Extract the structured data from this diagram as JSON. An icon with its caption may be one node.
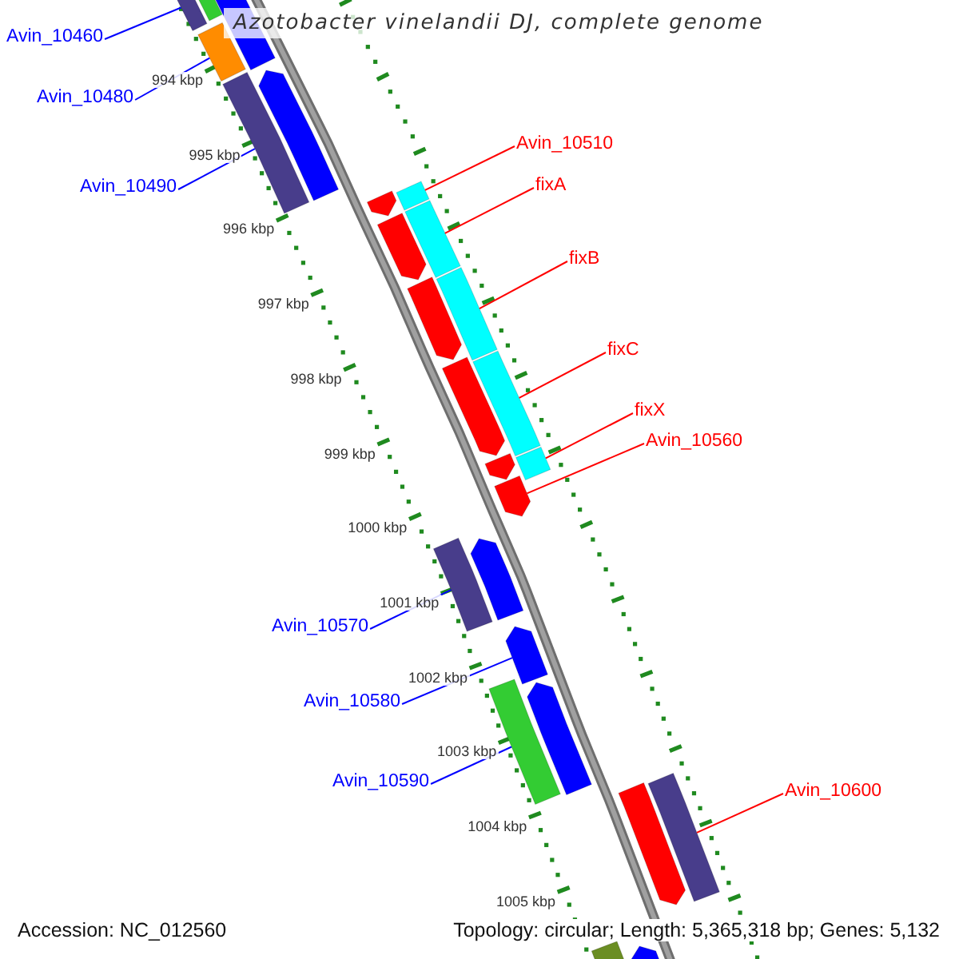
{
  "diagram": {
    "title": "Azotobacter vinelandii DJ, complete genome",
    "nodes": [
      {
        "text": [
          "Avin_10460"
        ]
      },
      {
        "text": [
          "Avin_10480"
        ]
      },
      {
        "text": [
          "Avin_10490"
        ]
      },
      {
        "text": [
          "Avin_10510"
        ]
      },
      {
        "text": [
          "fixA"
        ]
      },
      {
        "text": [
          "fixB"
        ]
      },
      {
        "text": [
          "fixC"
        ]
      },
      {
        "text": [
          "fixX"
        ]
      },
      {
        "text": [
          "Avin_10560"
        ]
      },
      {
        "text": [
          "Avin_10570"
        ]
      },
      {
        "text": [
          "Avin_10580"
        ]
      },
      {
        "text": [
          "Avin_10590"
        ]
      },
      {
        "text": [
          "Avin_10600"
        ]
      },
      {
        "text": [],
        "shape": "bar"
      },
      {
        "text": [],
        "shape": "bar"
      },
      {
        "text": [],
        "shape": "arrow"
      },
      {
        "text": [],
        "shape": "bar"
      },
      {
        "text": [],
        "shape": "bar"
      },
      {
        "text": [],
        "shape": "arrow"
      },
      {
        "text": [],
        "shape": "arrow"
      },
      {
        "text": [],
        "shape": "arrow"
      },
      {
        "text": [],
        "shape": "arrow"
      },
      {
        "text": [],
        "shape": "arrow"
      },
      {
        "text": [],
        "shape": "arrow"
      },
      {
        "text": [],
        "shape": "arrow"
      },
      {
        "text": [],
        "shape": "bar"
      },
      {
        "text": [],
        "shape": "bar"
      },
      {
        "text": [],
        "shape": "bar"
      },
      {
        "text": [],
        "shape": "bar"
      },
      {
        "text": [],
        "shape": "bar"
      },
      {
        "text": [],
        "shape": "bar"
      },
      {
        "text": [],
        "shape": "arrow"
      },
      {
        "text": [],
        "shape": "arrow"
      },
      {
        "text": [],
        "shape": "bar"
      },
      {
        "text": [],
        "shape": "arrow"
      },
      {
        "text": [],
        "shape": "arrow"
      },
      {
        "text": [],
        "shape": "bar"
      },
      {
        "text": [],
        "shape": "bar"
      },
      {
        "text": [],
        "shape": "arrow"
      }
    ],
    "edges": [
      {
        "from": 0,
        "to": 13,
        "arrow": "none",
        "color": "#0000ff"
      },
      {
        "from": 1,
        "to": 16,
        "arrow": "none",
        "color": "#0000ff"
      },
      {
        "from": 2,
        "to": 17,
        "arrow": "none",
        "color": "#0000ff"
      },
      {
        "from": 3,
        "to": 25,
        "arrow": "none"
      },
      {
        "from": 4,
        "to": 26,
        "arrow": "none"
      },
      {
        "from": 5,
        "to": 27,
        "arrow": "none"
      },
      {
        "from": 6,
        "to": 28,
        "arrow": "none"
      },
      {
        "from": 7,
        "to": 29,
        "arrow": "none"
      },
      {
        "from": 8,
        "to": 24,
        "arrow": "none"
      },
      {
        "from": 9,
        "to": 30,
        "arrow": "none",
        "color": "#0000ff"
      },
      {
        "from": 10,
        "to": 32,
        "arrow": "none",
        "color": "#0000ff"
      },
      {
        "from": 11,
        "to": 33,
        "arrow": "none",
        "color": "#0000ff"
      },
      {
        "from": 12,
        "to": 36,
        "arrow": "none"
      }
    ],
    "labels": [
      "994 kbp",
      "995 kbp",
      "996 kbp",
      "997 kbp",
      "998 kbp",
      "999 kbp",
      "1000 kbp",
      "1001 kbp",
      "1002 kbp",
      "1003 kbp",
      "1004 kbp",
      "1005 kbp",
      "Accession: NC_012560",
      "Topology: circular; Length: 5,365,318 bp; Genes: 5,132"
    ]
  }
}
